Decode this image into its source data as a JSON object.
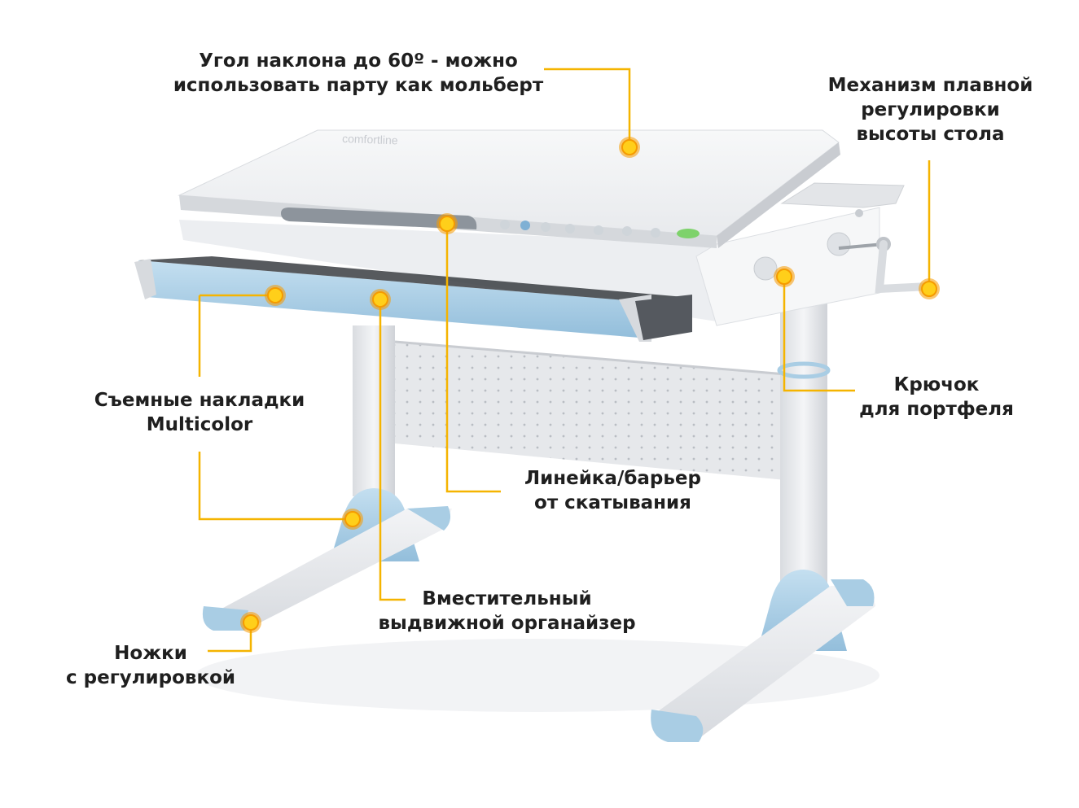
{
  "colors": {
    "callout": "#f5b400",
    "dot_fill": "#ffcf1a",
    "dot_ring": "#f59b00",
    "desk_top": "#f1f2f4",
    "frame": "#e4e6ea",
    "accent_blue": "#a9cde4",
    "text": "#1f1f1f"
  },
  "icons": {
    "callout_marker": "sun-dot-icon"
  },
  "product": {
    "desk_top_logo": "comfortline"
  },
  "callouts": {
    "tilt": {
      "line1": "Угол наклона до 60º - можно",
      "line2": "использовать парту как мольберт"
    },
    "height": {
      "line1": "Механизм плавной",
      "line2": "регулировки",
      "line3": "высоты стола"
    },
    "pads": {
      "line1": "Съемные накладки",
      "line2": "Multicolor"
    },
    "hook": {
      "line1": "Крючок",
      "line2": "для портфеля"
    },
    "ruler": {
      "line1": "Линейка/барьер",
      "line2": "от скатывания"
    },
    "organizer": {
      "line1": "Вместительный",
      "line2": "выдвижной органайзер"
    },
    "legs": {
      "line1": "Ножки",
      "line2": "с регулировкой"
    }
  }
}
